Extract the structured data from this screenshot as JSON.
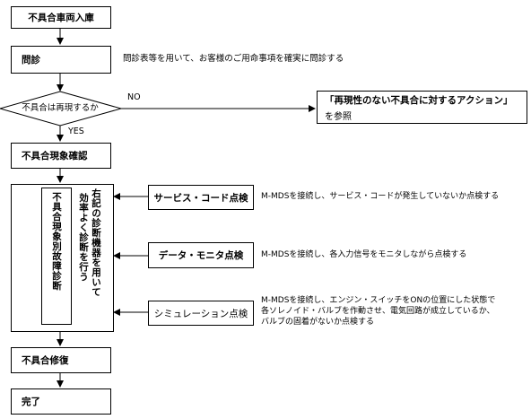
{
  "nodes": {
    "start": "不具合車両入庫",
    "interview": "問診",
    "interview_note": "問診表等を用いて、お客様のご用命事項を確実に問診する",
    "decision": "不具合は再現するか",
    "no_label": "NO",
    "yes_label": "YES",
    "no_action_line1": "「再現性のない不具合に対するアクション」",
    "no_action_line2": "を参照",
    "confirm": "不具合現象確認",
    "diagnosis_vertical": "不具合現象別故障診断",
    "diagnosis_note_col1": "右記の診断機器を用いて",
    "diagnosis_note_col2": "効率よく診断を行う",
    "check1": "サービス・コード点検",
    "check1_note": "M-MDSを接続し、サービス・コードが発生していないか点検する",
    "check2": "データ・モニタ点検",
    "check2_note": "M-MDSを接続し、各入力信号をモニタしながら点検する",
    "check3": "シミュレーション点検",
    "check3_note_line1": "M-MDSを接続し、エンジン・スイッチをONの位置にした状態で",
    "check3_note_line2": "各ソレノイド・バルブを作動させ、電気回路が成立しているか、",
    "check3_note_line3": "バルブの固着がないか点検する",
    "repair": "不具合修復",
    "done": "完了"
  }
}
